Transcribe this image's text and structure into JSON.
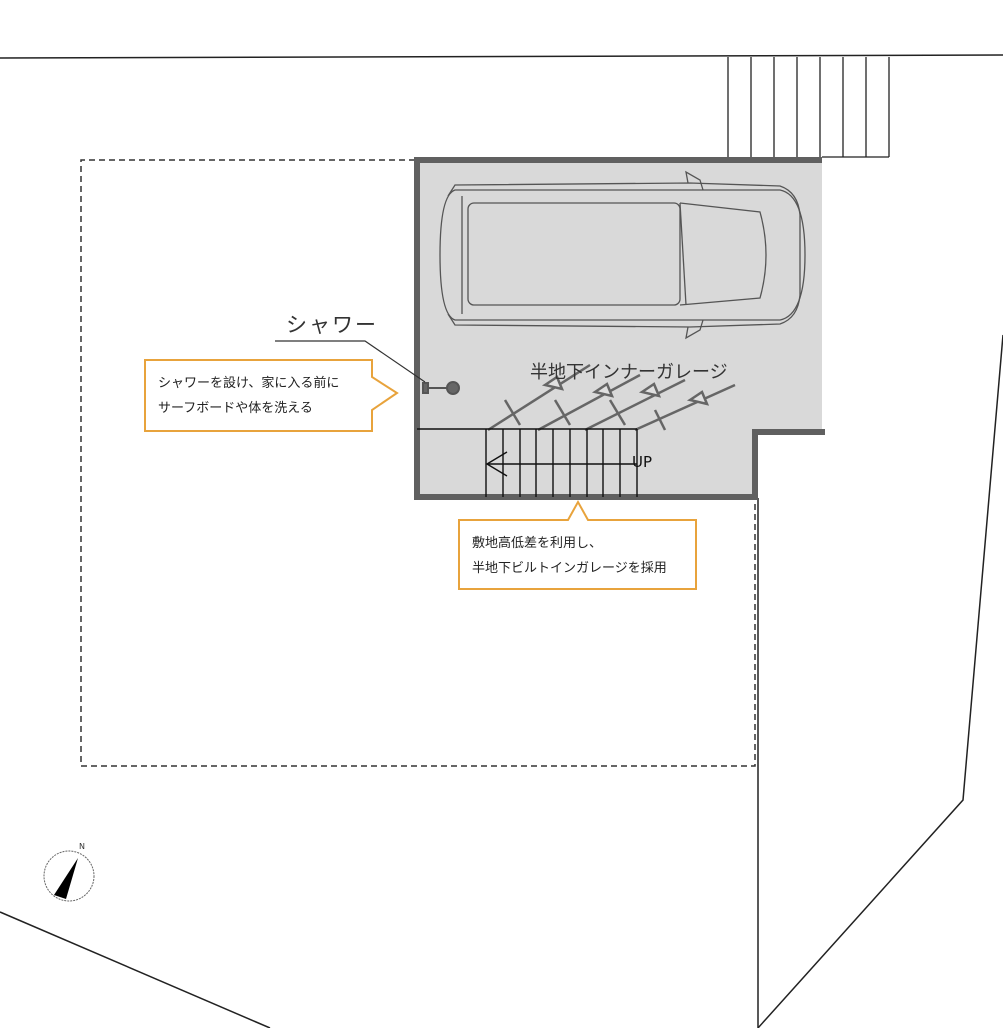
{
  "labels": {
    "shower": "シャワー",
    "garage": "半地下インナーガレージ",
    "up": "UP",
    "north": "N"
  },
  "callouts": {
    "shower": {
      "line1": "シャワーを設け、家に入る前に",
      "line2": "サーフボードや体を洗える"
    },
    "garage": {
      "line1": "敷地高低差を利用し、",
      "line2": "半地下ビルトインガレージを採用"
    }
  },
  "colors": {
    "callout_border": "#e8a33c",
    "wall": "#606060",
    "garage_floor": "#d9d9d9"
  }
}
